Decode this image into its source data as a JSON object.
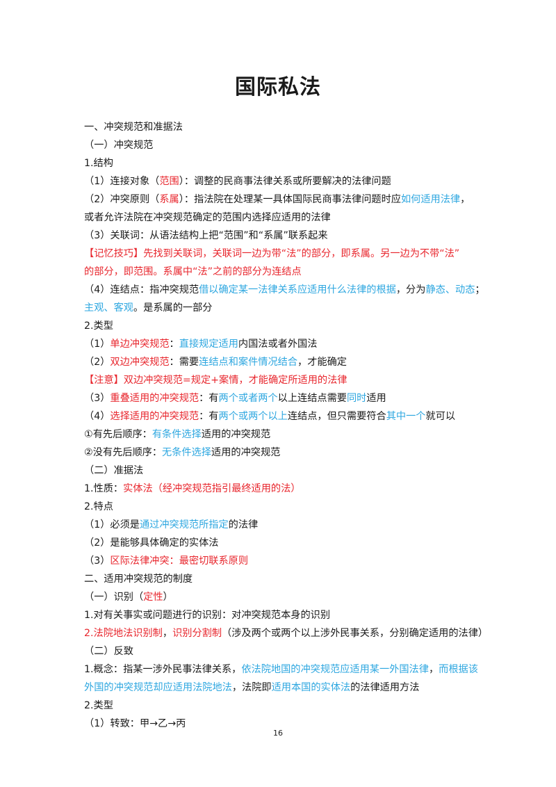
{
  "title": "国际私法",
  "page_number": "16",
  "lines": [
    [
      {
        "t": "一、冲突规范和准据法"
      }
    ],
    [
      {
        "t": "（一）冲突规范"
      }
    ],
    [
      {
        "t": "1.结构"
      }
    ],
    [
      {
        "t": "（1）连接对象（"
      },
      {
        "t": "范围",
        "c": "r"
      },
      {
        "t": "）：调整的民商事法律关系或所要解决的法律问题"
      }
    ],
    [
      {
        "t": "（2）冲突原则（"
      },
      {
        "t": "系属",
        "c": "r"
      },
      {
        "t": "）：指法院在处理某一具体国际民商事法律问题时应"
      },
      {
        "t": "如何适用法律",
        "c": "b"
      },
      {
        "t": "，"
      }
    ],
    [
      {
        "t": "或者允许法院在冲突规范确定的范围内选择应适用的法律"
      }
    ],
    [
      {
        "t": "（3）关联词：从语法结构上把“范围”和“系属”联系起来"
      }
    ],
    [
      {
        "t": "【记忆技巧】先找到关联词，关联词一边为带“法”的部分，即系属。另一边为不带“法”",
        "c": "r"
      }
    ],
    [
      {
        "t": "的部分，即范围。系属中“法”之前的部分为连结点",
        "c": "r"
      }
    ],
    [
      {
        "t": "（4）连结点：指冲突规范"
      },
      {
        "t": "借以确定某一法律关系应适用什么法律的根据",
        "c": "b"
      },
      {
        "t": "，分为"
      },
      {
        "t": "静态、动态",
        "c": "b"
      },
      {
        "t": "；"
      }
    ],
    [
      {
        "t": "主观、客观",
        "c": "b"
      },
      {
        "t": "。是系属的一部分"
      }
    ],
    [
      {
        "t": "2.类型"
      }
    ],
    [
      {
        "t": "（1）"
      },
      {
        "t": "单边冲突规范",
        "c": "r"
      },
      {
        "t": "："
      },
      {
        "t": "直接规定适用",
        "c": "b"
      },
      {
        "t": "内国法或者外国法"
      }
    ],
    [
      {
        "t": "（2）"
      },
      {
        "t": "双边冲突规范",
        "c": "r"
      },
      {
        "t": "：需要"
      },
      {
        "t": "连结点和案件情况结合",
        "c": "b"
      },
      {
        "t": "，才能确定"
      }
    ],
    [
      {
        "t": "【注意】双边冲突规范=规定+案情，才能确定所适用的法律",
        "c": "r"
      }
    ],
    [
      {
        "t": "（3）"
      },
      {
        "t": "重叠适用的冲突规范",
        "c": "r"
      },
      {
        "t": "：有"
      },
      {
        "t": "两个或者两个",
        "c": "b"
      },
      {
        "t": "以上连结点需要"
      },
      {
        "t": "同时",
        "c": "b"
      },
      {
        "t": "适用"
      }
    ],
    [
      {
        "t": "（4）"
      },
      {
        "t": "选择适用的冲突规范",
        "c": "r"
      },
      {
        "t": "：有"
      },
      {
        "t": "两个或两个以上",
        "c": "b"
      },
      {
        "t": "连结点，但只需要符合"
      },
      {
        "t": "其中一个",
        "c": "b"
      },
      {
        "t": "就可以"
      }
    ],
    [
      {
        "t": "①有先后顺序："
      },
      {
        "t": "有条件选择",
        "c": "b"
      },
      {
        "t": "适用的冲突规范"
      }
    ],
    [
      {
        "t": "②没有先后顺序："
      },
      {
        "t": "无条件选择",
        "c": "b"
      },
      {
        "t": "适用的冲突规范"
      }
    ],
    [
      {
        "t": "（二）准据法"
      }
    ],
    [
      {
        "t": "1.性质："
      },
      {
        "t": "实体法（经冲突规范指引最终适用的法）",
        "c": "r"
      }
    ],
    [
      {
        "t": "2.特点"
      }
    ],
    [
      {
        "t": "（1）必须是"
      },
      {
        "t": "通过冲突规范所指定",
        "c": "b"
      },
      {
        "t": "的法律"
      }
    ],
    [
      {
        "t": "（2）是能够具体确定的实体法"
      }
    ],
    [
      {
        "t": "（3）"
      },
      {
        "t": "区际法律冲突：最密切联系原则",
        "c": "r"
      }
    ],
    [
      {
        "t": "二、适用冲突规范的制度"
      }
    ],
    [
      {
        "t": "（一）识别（"
      },
      {
        "t": "定性",
        "c": "r"
      },
      {
        "t": "）"
      }
    ],
    [
      {
        "t": "1.对有关事实或问题进行的识别：对冲突规范本身的识别"
      }
    ],
    [
      {
        "t": "2.",
        "c": "r"
      },
      {
        "t": "法院地法识别制",
        "c": "r"
      },
      {
        "t": "，"
      },
      {
        "t": "识别分割制",
        "c": "r"
      },
      {
        "t": "（涉及两个或两个以上涉外民事关系，分别确定适用的法律）"
      }
    ],
    [
      {
        "t": "（二）反致"
      }
    ],
    [
      {
        "t": "1.概念：指某一涉外民事法律关系，"
      },
      {
        "t": "依法院地国的冲突规范应适用某一外国法律",
        "c": "b"
      },
      {
        "t": "，"
      },
      {
        "t": "而根据该",
        "c": "b"
      }
    ],
    [
      {
        "t": "外国的冲突规范却应适用法院地法",
        "c": "b"
      },
      {
        "t": "，法院即"
      },
      {
        "t": "适用本国的实体法",
        "c": "b"
      },
      {
        "t": "的法律适用方法"
      }
    ],
    [
      {
        "t": "2.类型"
      }
    ],
    [
      {
        "t": "（1）转致：甲→乙→丙"
      }
    ]
  ]
}
